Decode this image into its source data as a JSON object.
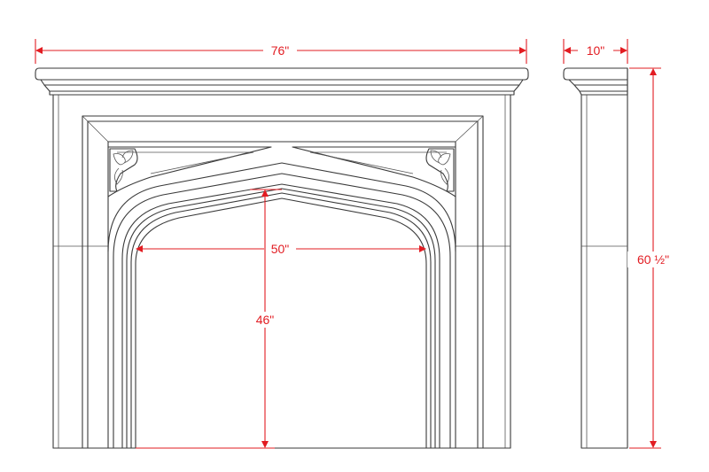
{
  "dimensions": {
    "overall_width": "76\"",
    "side_depth": "10\"",
    "opening_width": "50\"",
    "opening_height": "46\"",
    "overall_height": "60 ½\""
  },
  "colors": {
    "dimension": "#e21c22",
    "outline": "#3a3a3a",
    "background": "#ffffff"
  }
}
